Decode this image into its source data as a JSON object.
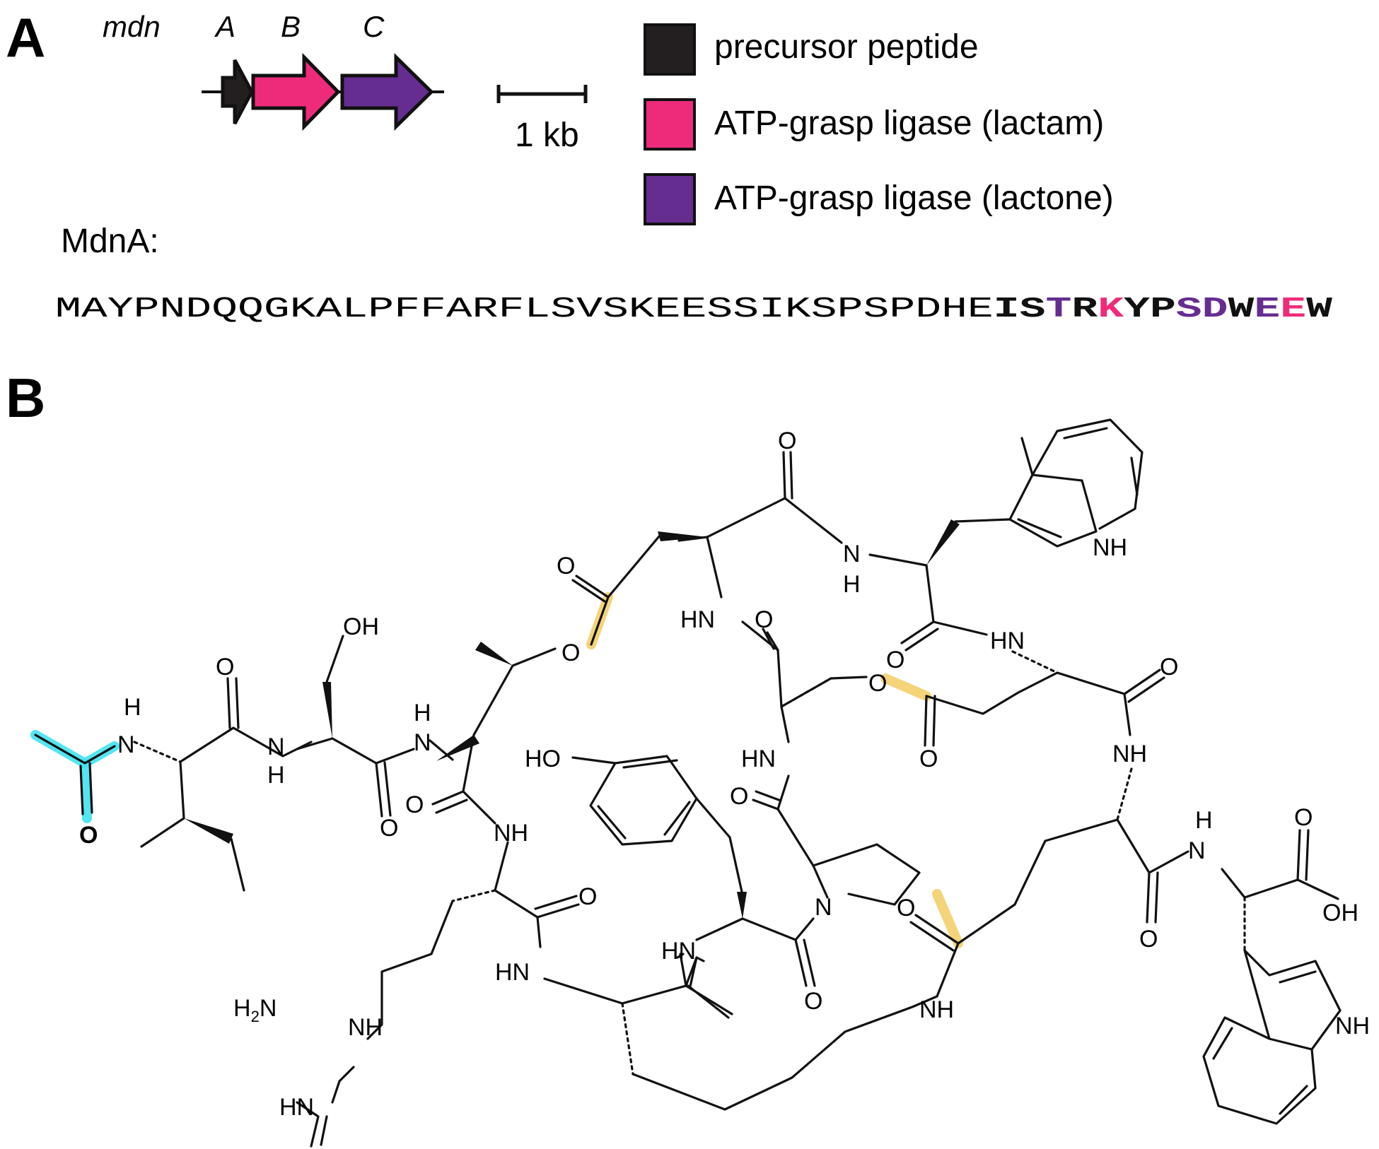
{
  "panels": {
    "a": {
      "letter": "A"
    },
    "b": {
      "letter": "B"
    }
  },
  "gene_cluster": {
    "prefix": "mdn",
    "genes": [
      {
        "label": "A",
        "color": "#231f20"
      },
      {
        "label": "B",
        "color": "#ee2b7b"
      },
      {
        "label": "C",
        "color": "#662d91"
      }
    ],
    "scale_bar_label": "1 kb"
  },
  "legend": {
    "items": [
      {
        "label": "precursor peptide",
        "color": "#231f20"
      },
      {
        "label": "ATP-grasp ligase (lactam)",
        "color": "#ee2b7b"
      },
      {
        "label": "ATP-grasp ligase (lactone)",
        "color": "#662d91"
      }
    ]
  },
  "sequence": {
    "label": "MdnA:",
    "leader": "MAYPNDQQGKALPFFARFLSVSKEESSIKSPSPDHE",
    "core": [
      {
        "char": "I",
        "color": "#111111"
      },
      {
        "char": "S",
        "color": "#111111"
      },
      {
        "char": "T",
        "color": "#662d91"
      },
      {
        "char": "R",
        "color": "#111111"
      },
      {
        "char": "K",
        "color": "#ee2b7b"
      },
      {
        "char": "Y",
        "color": "#111111"
      },
      {
        "char": "P",
        "color": "#111111"
      },
      {
        "char": "S",
        "color": "#662d91"
      },
      {
        "char": "D",
        "color": "#662d91"
      },
      {
        "char": "W",
        "color": "#111111"
      },
      {
        "char": "E",
        "color": "#662d91"
      },
      {
        "char": "E",
        "color": "#ee2b7b"
      },
      {
        "char": "W",
        "color": "#111111"
      }
    ]
  },
  "structure": {
    "highlight_colors": {
      "acetyl": "#3fe3f0",
      "ring_bond": "#f3cf6a"
    },
    "atoms": {
      "oh_ser": "OH",
      "o_ile": "O",
      "o_ser": "O",
      "nh_ser_n": "N",
      "nh_ser_h": "H",
      "nh_ile_h": "H",
      "nh_ile_n": "N",
      "o_acetyl": "O",
      "nh_thr_n": "N",
      "nh_thr_h": "H",
      "o_thr_ester": "O",
      "o_thr_co": "O",
      "nh_arg": "NH",
      "o_arg": "O",
      "ho_tyr": "HO",
      "hn_tyr": "HN",
      "hn_lys": "HN",
      "o_tyr": "O",
      "n_pro": "N",
      "o_pro": "O",
      "o_asp_ester": "O",
      "o_asp_co": "O",
      "hn_asp": "HN",
      "nh_trp_n": "N",
      "nh_trp_h": "H",
      "nh_indole1": "NH",
      "o_ser2": "O",
      "hn_ser2": "HN",
      "o_ser2_ester": "O",
      "o_glu1_co": "O",
      "o_trp1": "O",
      "hn_glu1": "HN",
      "o_glu1": "O",
      "nh_glu2": "NH",
      "o_glu2_side": "O",
      "nh_lys_side": "NH",
      "o_glu2": "O",
      "nh_trp2_h": "H",
      "nh_trp2_n": "N",
      "o_acid": "O",
      "oh_acid": "OH",
      "nh_indole2": "NH",
      "h2n": "H",
      "h2n_sub": "2",
      "h2n_n": "N",
      "nh_guan": "NH",
      "hn_guan": "HN"
    }
  }
}
